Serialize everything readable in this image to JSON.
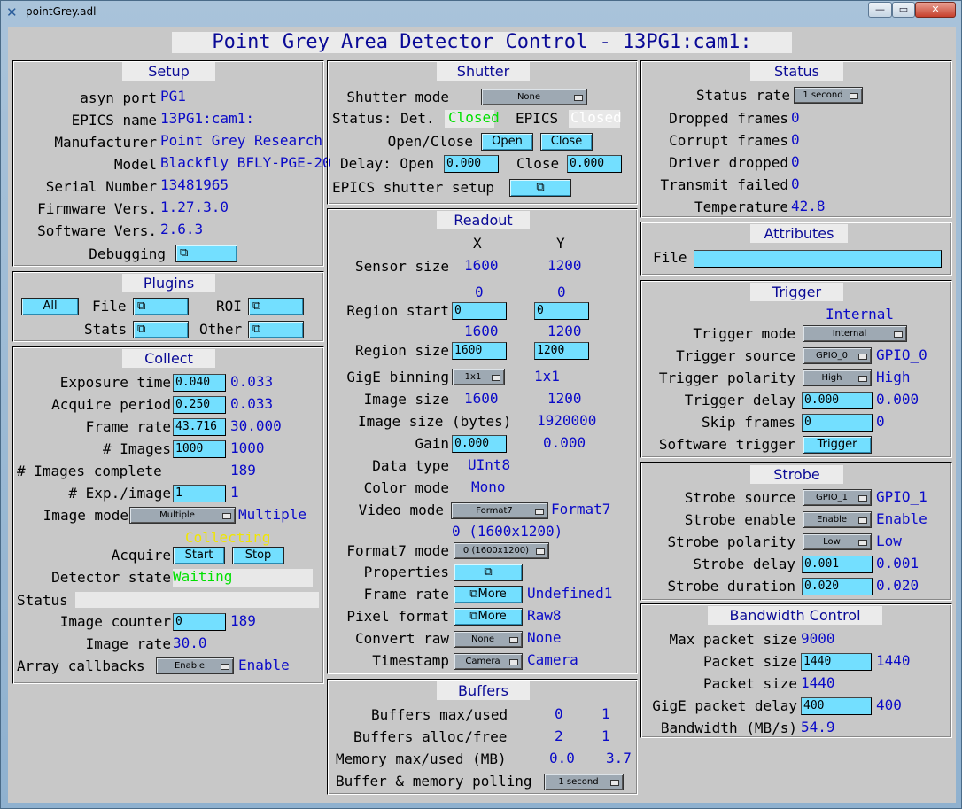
{
  "window": {
    "title": "pointGrey.adl",
    "min": "—",
    "max": "▭",
    "close": "✕"
  },
  "main_title": "Point Grey Area Detector Control - 13PG1:cam1:",
  "setup": {
    "title": "Setup",
    "asyn_port_label": "asyn port",
    "asyn_port": "PG1",
    "epics_name_label": "EPICS name",
    "epics_name": "13PG1:cam1:",
    "manufacturer_label": "Manufacturer",
    "manufacturer": "Point Grey Research",
    "model_label": "Model",
    "model": "Blackfly BFLY-PGE-20",
    "serial_label": "Serial Number",
    "serial": "13481965",
    "firmware_label": "Firmware Vers.",
    "firmware": "1.27.3.0",
    "software_label": "Software Vers.",
    "software": "2.6.3",
    "debugging_label": "Debugging"
  },
  "plugins": {
    "title": "Plugins",
    "all": "All",
    "file": "File",
    "roi": "ROI",
    "stats": "Stats",
    "other": "Other"
  },
  "collect": {
    "title": "Collect",
    "exposure_label": "Exposure time",
    "exposure_set": "0.040",
    "exposure_rbv": "0.033",
    "acq_period_label": "Acquire period",
    "acq_period_set": "0.250",
    "acq_period_rbv": "0.033",
    "frame_rate_label": "Frame rate",
    "frame_rate_set": "43.716",
    "frame_rate_rbv": "30.000",
    "num_images_label": "# Images",
    "num_images_set": "1000",
    "num_images_rbv": "1000",
    "images_complete_label": "# Images complete",
    "images_complete": "189",
    "exp_per_image_label": "# Exp./image",
    "exp_per_image_set": "1",
    "exp_per_image_rbv": "1",
    "image_mode_label": "Image mode",
    "image_mode_menu": "Multiple",
    "image_mode_rbv": "Multiple",
    "collecting": "Collecting",
    "acquire_label": "Acquire",
    "start": "Start",
    "stop": "Stop",
    "det_state_label": "Detector state",
    "det_state": "Waiting",
    "status_label": "Status",
    "image_counter_label": "Image counter",
    "image_counter_set": "0",
    "image_counter_rbv": "189",
    "image_rate_label": "Image rate",
    "image_rate": "30.0",
    "array_callbacks_label": "Array callbacks",
    "array_callbacks_menu": "Enable",
    "array_callbacks_rbv": "Enable"
  },
  "shutter": {
    "title": "Shutter",
    "mode_label": "Shutter mode",
    "mode_menu": "None",
    "status_label": "Status: Det.",
    "det_status": "Closed",
    "epics_label": "EPICS",
    "epics_status": "Closed",
    "open_close_label": "Open/Close",
    "open": "Open",
    "close": "Close",
    "delay_open_label": "Delay: Open",
    "delay_open": "0.000",
    "close_label": "Close",
    "delay_close": "0.000",
    "setup_label": "EPICS shutter setup"
  },
  "readout": {
    "title": "Readout",
    "x": "X",
    "y": "Y",
    "sensor_label": "Sensor size",
    "sensor_x": "1600",
    "sensor_y": "1200",
    "start_x_rbv": "0",
    "start_y_rbv": "0",
    "start_label": "Region start",
    "start_x": "0",
    "start_y": "0",
    "size_x_rbv": "1600",
    "size_y_rbv": "1200",
    "size_label": "Region size",
    "size_x": "1600",
    "size_y": "1200",
    "binning_label": "GigE binning",
    "binning_menu": "1x1",
    "binning_rbv": "1x1",
    "image_size_label": "Image size",
    "image_x": "1600",
    "image_y": "1200",
    "bytes_label": "Image size (bytes)",
    "bytes": "1920000",
    "gain_label": "Gain",
    "gain_set": "0.000",
    "gain_rbv": "0.000",
    "dtype_label": "Data type",
    "dtype": "UInt8",
    "color_label": "Color mode",
    "color": "Mono",
    "video_label": "Video mode",
    "video_menu": "Format7",
    "video_rbv": "Format7",
    "format7_rbv": "0 (1600x1200)",
    "format7_label": "Format7 mode",
    "format7_menu": "0 (1600x1200)",
    "properties_label": "Properties",
    "frame_rate_label": "Frame rate",
    "more": "More",
    "frame_rate_rbv": "Undefined1",
    "pixel_label": "Pixel format",
    "pixel_rbv": "Raw8",
    "convert_label": "Convert raw",
    "convert_menu": "None",
    "convert_rbv": "None",
    "timestamp_label": "Timestamp",
    "timestamp_menu": "Camera",
    "timestamp_rbv": "Camera"
  },
  "buffers": {
    "title": "Buffers",
    "max_used_label": "Buffers max/used",
    "max": "0",
    "used": "1",
    "alloc_free_label": "Buffers alloc/free",
    "alloc": "2",
    "free": "1",
    "mem_label": "Memory max/used (MB)",
    "mem_max": "0.0",
    "mem_used": "3.7",
    "polling_label": "Buffer & memory polling",
    "polling_menu": "1 second"
  },
  "status": {
    "title": "Status",
    "rate_label": "Status rate",
    "rate_menu": "1 second",
    "dropped_label": "Dropped frames",
    "dropped": "0",
    "corrupt_label": "Corrupt frames",
    "corrupt": "0",
    "driver_label": "Driver dropped",
    "driver": "0",
    "transmit_label": "Transmit failed",
    "transmit": "0",
    "temp_label": "Temperature",
    "temp": "42.8"
  },
  "attributes": {
    "title": "Attributes",
    "file_label": "File",
    "file": ""
  },
  "trigger": {
    "title": "Trigger",
    "mode_rbv": "Internal",
    "mode_label": "Trigger mode",
    "mode_menu": "Internal",
    "source_label": "Trigger source",
    "source_menu": "GPIO_0",
    "source_rbv": "GPIO_0",
    "polarity_label": "Trigger polarity",
    "polarity_menu": "High",
    "polarity_rbv": "High",
    "delay_label": "Trigger delay",
    "delay_set": "0.000",
    "delay_rbv": "0.000",
    "skip_label": "Skip frames",
    "skip_set": "0",
    "skip_rbv": "0",
    "soft_label": "Software trigger",
    "soft_btn": "Trigger"
  },
  "strobe": {
    "title": "Strobe",
    "source_label": "Strobe source",
    "source_menu": "GPIO_1",
    "source_rbv": "GPIO_1",
    "enable_label": "Strobe enable",
    "enable_menu": "Enable",
    "enable_rbv": "Enable",
    "polarity_label": "Strobe polarity",
    "polarity_menu": "Low",
    "polarity_rbv": "Low",
    "delay_label": "Strobe delay",
    "delay_set": "0.001",
    "delay_rbv": "0.001",
    "duration_label": "Strobe duration",
    "duration_set": "0.020",
    "duration_rbv": "0.020"
  },
  "bandwidth": {
    "title": "Bandwidth Control",
    "max_packet_label": "Max packet size",
    "max_packet": "9000",
    "packet_label": "Packet size",
    "packet_set": "1440",
    "packet_rbv": "1440",
    "packet2_label": "Packet size",
    "packet2": "1440",
    "delay_label": "GigE packet delay",
    "delay_set": "400",
    "delay_rbv": "400",
    "bw_label": "Bandwidth (MB/s)",
    "bw": "54.9"
  },
  "colors": {
    "input": "#73dfff",
    "readback": "#0a0ac8",
    "alarm_green": "#00e000",
    "collecting": "#ffee00",
    "background": "#c8c8c8"
  }
}
